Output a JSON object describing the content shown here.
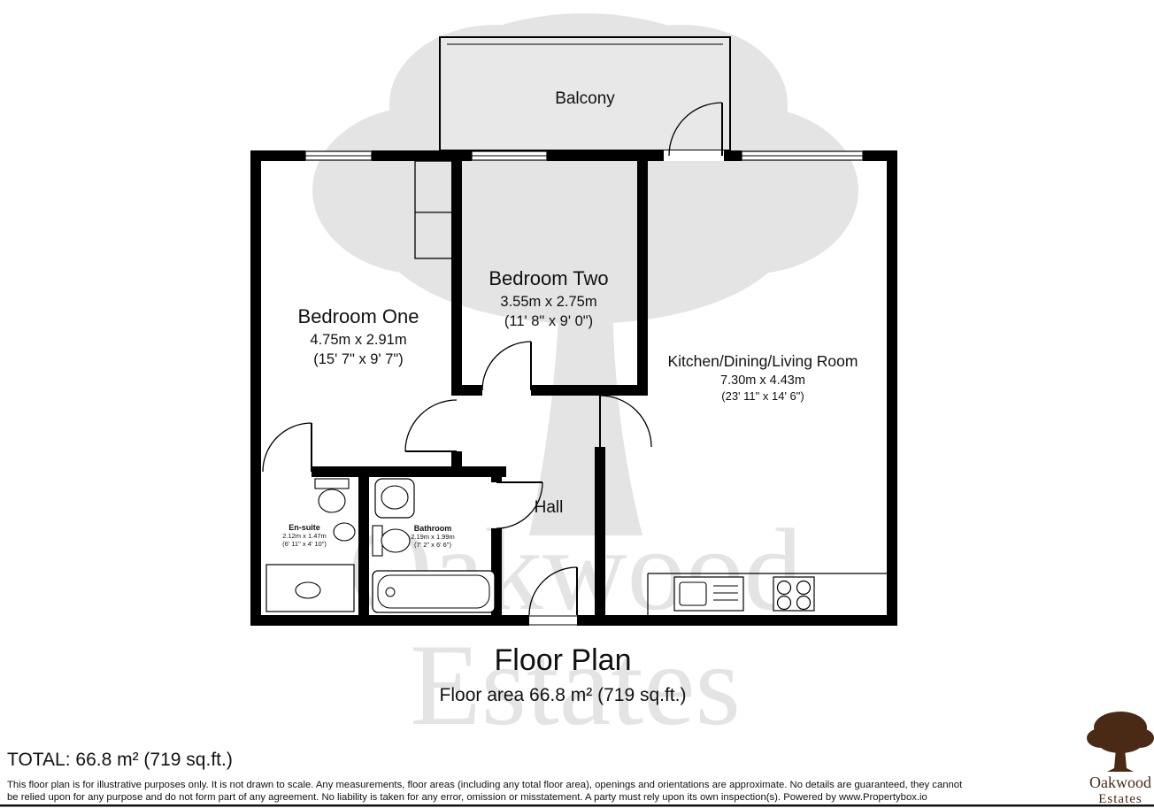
{
  "plan": {
    "balcony": {
      "label": "Balcony"
    },
    "rooms": {
      "bedroom_one": {
        "name": "Bedroom One",
        "metric": "4.75m x 2.91m",
        "imperial": "(15' 7\" x 9' 7\")"
      },
      "bedroom_two": {
        "name": "Bedroom Two",
        "metric": "3.55m x 2.75m",
        "imperial": "(11' 8\" x 9' 0\")"
      },
      "kitchen_living": {
        "name": "Kitchen/Dining/Living Room",
        "metric": "7.30m x 4.43m",
        "imperial": "(23' 11\" x 14' 6\")"
      },
      "hall": {
        "name": "Hall"
      },
      "ensuite": {
        "name": "En-suite",
        "metric": "2.12m x 1.47m",
        "imperial": "(6' 11\" x 4' 10\")"
      },
      "bathroom": {
        "name": "Bathroom",
        "metric": "2.19m x 1.99m",
        "imperial": "(7' 2\" x 6' 6\")"
      }
    }
  },
  "footer": {
    "title": "Floor Plan",
    "floor_area": "Floor area 66.8 m² (719 sq.ft.)",
    "total": "TOTAL: 66.8 m² (719 sq.ft.)",
    "disclaimer_line1": "This floor plan is for illustrative purposes only. It is not drawn to scale. Any measurements, floor areas (including any total floor area), openings and orientations are approximate. No details are guaranteed, they cannot",
    "disclaimer_line2": "be relied upon for any purpose and do not form part of any agreement. No liability is taken for any error, omission or misstatement. A party must rely upon its own inspection(s). Powered by www.Propertybox.io"
  },
  "branding": {
    "watermark": {
      "line1": "Oakwood",
      "line2": "Estates"
    },
    "logo": {
      "line1": "Oakwood",
      "line2": "Estates"
    }
  },
  "colors": {
    "wall": "#000000",
    "balcony_fill": "#e8e8e8",
    "watermark": "#e4e4e4",
    "logo_brown": "#4a2a15"
  }
}
